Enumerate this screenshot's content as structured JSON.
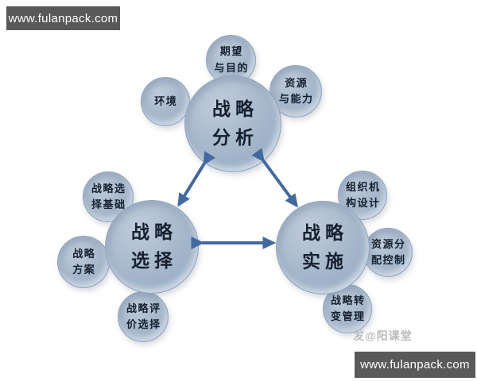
{
  "watermark": {
    "site_top": "www.fulanpack.com",
    "site_bottom": "www.fulanpack.com",
    "signature": "发@阳课堂"
  },
  "colors": {
    "circle_fill": "#a6b7cb",
    "circle_edge": "#8ea5be",
    "text": "#16202f",
    "arrow": "#44699e",
    "watermark_bar": "#595959",
    "signature": "#b9bcbf"
  },
  "diagram": {
    "main_nodes": {
      "analysis": {
        "line1": "战略",
        "line2": "分析"
      },
      "choice": {
        "line1": "战略",
        "line2": "选择"
      },
      "implementation": {
        "line1": "战略",
        "line2": "实施"
      }
    },
    "satellites": {
      "environment": {
        "line1": "环境"
      },
      "expectations_purpose": {
        "line1": "期望",
        "line2": "与目的"
      },
      "resources_capability": {
        "line1": "资源",
        "line2": "与能力"
      },
      "choice_basis": {
        "line1": "战略选",
        "line2": "择基础"
      },
      "strategy_options": {
        "line1": "战略",
        "line2": "方案"
      },
      "evaluation_selection": {
        "line1": "战略评",
        "line2": "价选择"
      },
      "organization_design": {
        "line1": "组织机",
        "line2": "构设计"
      },
      "resource_allocation": {
        "line1": "资源分",
        "line2": "配控制"
      },
      "change_management": {
        "line1": "战略转",
        "line2": "变管理"
      }
    }
  }
}
